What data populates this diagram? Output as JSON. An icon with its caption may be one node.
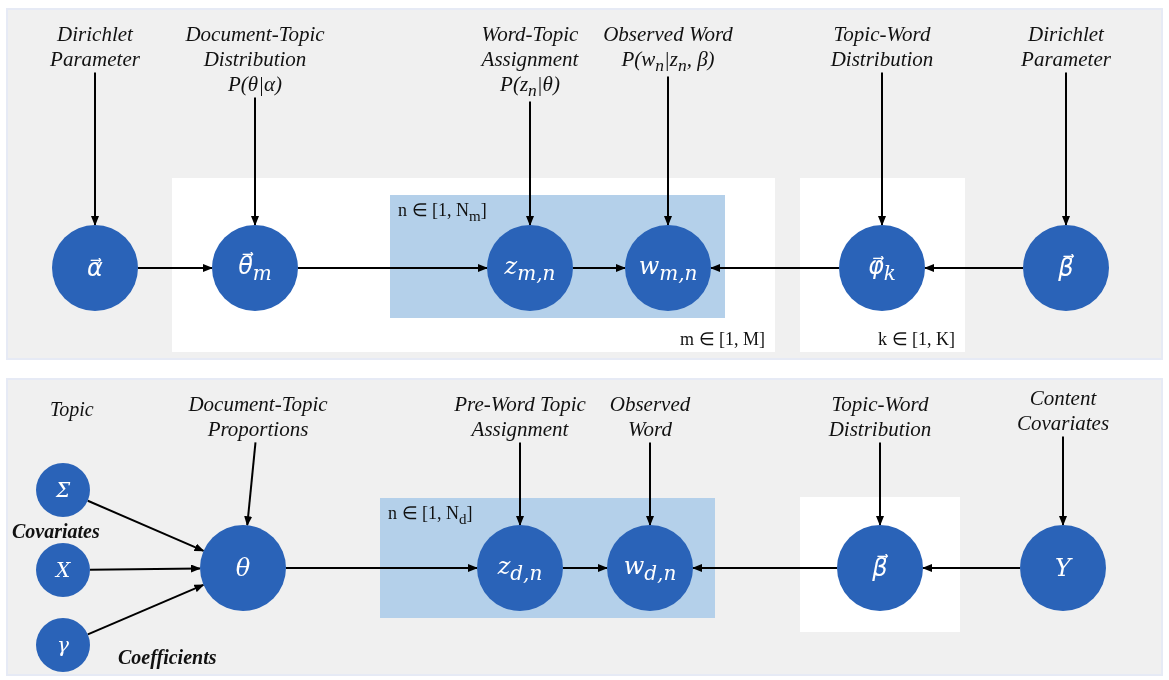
{
  "diagram": {
    "nodes": [
      {
        "text": [
          "Dirichlet Parameter"
        ]
      },
      {
        "text": [
          "Document-Topic Distribution",
          "P(θ|α)"
        ]
      },
      {
        "text": [
          "Word-Topic Assignment",
          "P(z$_{n}$|θ)"
        ]
      },
      {
        "text": [
          "Observed Word",
          "P(w$_{n}$|z$_{n}$, β)"
        ]
      },
      {
        "text": [
          "Topic-Word Distribution"
        ]
      },
      {
        "text": [
          "Dirichlet Parameter"
        ]
      },
      {
        "text": [
          "α⃗"
        ]
      },
      {
        "text": [
          "m ∈ [1, M]"
        ]
      },
      {
        "text": [
          "θ⃗$_{m}$"
        ],
        "in": 7
      },
      {
        "text": [
          "n ∈ [1, N$_{m}$]"
        ],
        "in": 7
      },
      {
        "text": [
          "z$_{m,n}$"
        ],
        "in": 9
      },
      {
        "text": [
          "w$_{m,n}$"
        ],
        "in": 9
      },
      {
        "text": [
          "k ∈ [1, K]"
        ]
      },
      {
        "text": [
          "φ⃗$_{k}$"
        ],
        "in": 12
      },
      {
        "text": [
          "β⃗"
        ]
      },
      {
        "text": [
          "Document-Topic Proportions"
        ]
      },
      {
        "text": [
          "Pre-Word Topic Assignment"
        ]
      },
      {
        "text": [
          "Observed Word"
        ]
      },
      {
        "text": [
          "Topic-Word Distribution"
        ]
      },
      {
        "text": [
          "Content Covariates"
        ]
      },
      {
        "text": [
          "Σ"
        ]
      },
      {
        "text": [
          "X"
        ]
      },
      {
        "text": [
          "γ"
        ]
      },
      {
        "text": [
          "θ"
        ]
      },
      {
        "text": [
          "n ∈ [1, N$_{d}$]"
        ]
      },
      {
        "text": [
          "z$_{d,n}$"
        ],
        "in": 24
      },
      {
        "text": [
          "w$_{d,n}$"
        ],
        "in": 24
      },
      {
        "text": [],
        "shape": "box"
      },
      {
        "text": [
          "β⃗"
        ],
        "in": 27
      },
      {
        "text": [
          "Y"
        ]
      }
    ],
    "edges": [
      {
        "from": 0,
        "to": 6,
        "arrow": "to"
      },
      {
        "from": 1,
        "to": 8,
        "arrow": "to"
      },
      {
        "from": 2,
        "to": 10,
        "arrow": "to"
      },
      {
        "from": 3,
        "to": 11,
        "arrow": "to"
      },
      {
        "from": 4,
        "to": 13,
        "arrow": "to"
      },
      {
        "from": 5,
        "to": 14,
        "arrow": "to"
      },
      {
        "from": 6,
        "to": 8,
        "arrow": "to"
      },
      {
        "from": 8,
        "to": 10,
        "arrow": "to"
      },
      {
        "from": 10,
        "to": 11,
        "arrow": "to"
      },
      {
        "from": 13,
        "to": 11,
        "arrow": "to"
      },
      {
        "from": 14,
        "to": 13,
        "arrow": "to"
      },
      {
        "from": 15,
        "to": 23,
        "arrow": "to"
      },
      {
        "from": 16,
        "to": 25,
        "arrow": "to"
      },
      {
        "from": 17,
        "to": 26,
        "arrow": "to"
      },
      {
        "from": 18,
        "to": 28,
        "arrow": "to"
      },
      {
        "from": 19,
        "to": 29,
        "arrow": "to"
      },
      {
        "from": 20,
        "to": 23,
        "arrow": "to"
      },
      {
        "from": 21,
        "to": 23,
        "arrow": "to"
      },
      {
        "from": 22,
        "to": 23,
        "arrow": "to"
      },
      {
        "from": 23,
        "to": 25,
        "arrow": "to"
      },
      {
        "from": 25,
        "to": 26,
        "arrow": "to"
      },
      {
        "from": 28,
        "to": 26,
        "arrow": "to"
      },
      {
        "from": 29,
        "to": 28,
        "arrow": "to"
      }
    ],
    "labels": [
      "Topic",
      "Covariates",
      "Coefficients"
    ]
  }
}
